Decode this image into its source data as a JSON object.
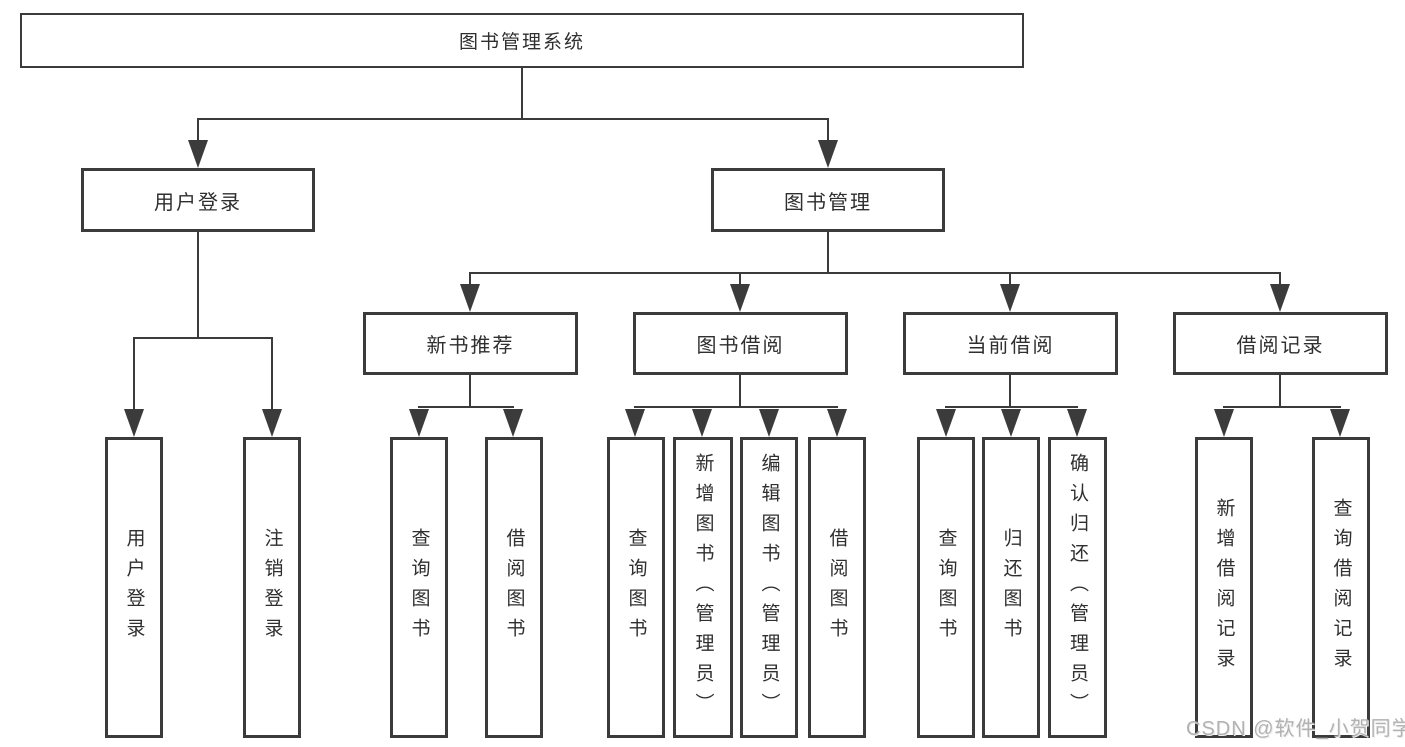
{
  "diagram": {
    "title_node": {
      "label": "图书管理系统"
    },
    "level2": [
      {
        "label": "用户登录"
      },
      {
        "label": "图书管理"
      }
    ],
    "level3": [
      {
        "label": "新书推荐"
      },
      {
        "label": "图书借阅"
      },
      {
        "label": "当前借阅"
      },
      {
        "label": "借阅记录"
      }
    ],
    "leaves": [
      {
        "parent": "用户登录",
        "label": "用户登录"
      },
      {
        "parent": "用户登录",
        "label": "注销登录"
      },
      {
        "parent": "新书推荐",
        "label": "查询图书"
      },
      {
        "parent": "新书推荐",
        "label": "借阅图书"
      },
      {
        "parent": "图书借阅",
        "label": "查询图书"
      },
      {
        "parent": "图书借阅",
        "label": "新增图书（管理员）"
      },
      {
        "parent": "图书借阅",
        "label": "编辑图书（管理员）"
      },
      {
        "parent": "图书借阅",
        "label": "借阅图书"
      },
      {
        "parent": "当前借阅",
        "label": "查询图书"
      },
      {
        "parent": "当前借阅",
        "label": "归还图书"
      },
      {
        "parent": "当前借阅",
        "label": "确认归还（管理员）"
      },
      {
        "parent": "借阅记录",
        "label": "新增借阅记录"
      },
      {
        "parent": "借阅记录",
        "label": "查询借阅记录"
      }
    ],
    "watermark": "CSDN @软件_小贺同学",
    "colors": {
      "line": "#3b3b3b",
      "text": "#2f2f2f",
      "watermark": "#b2b2b2",
      "background": "#ffffff"
    }
  }
}
